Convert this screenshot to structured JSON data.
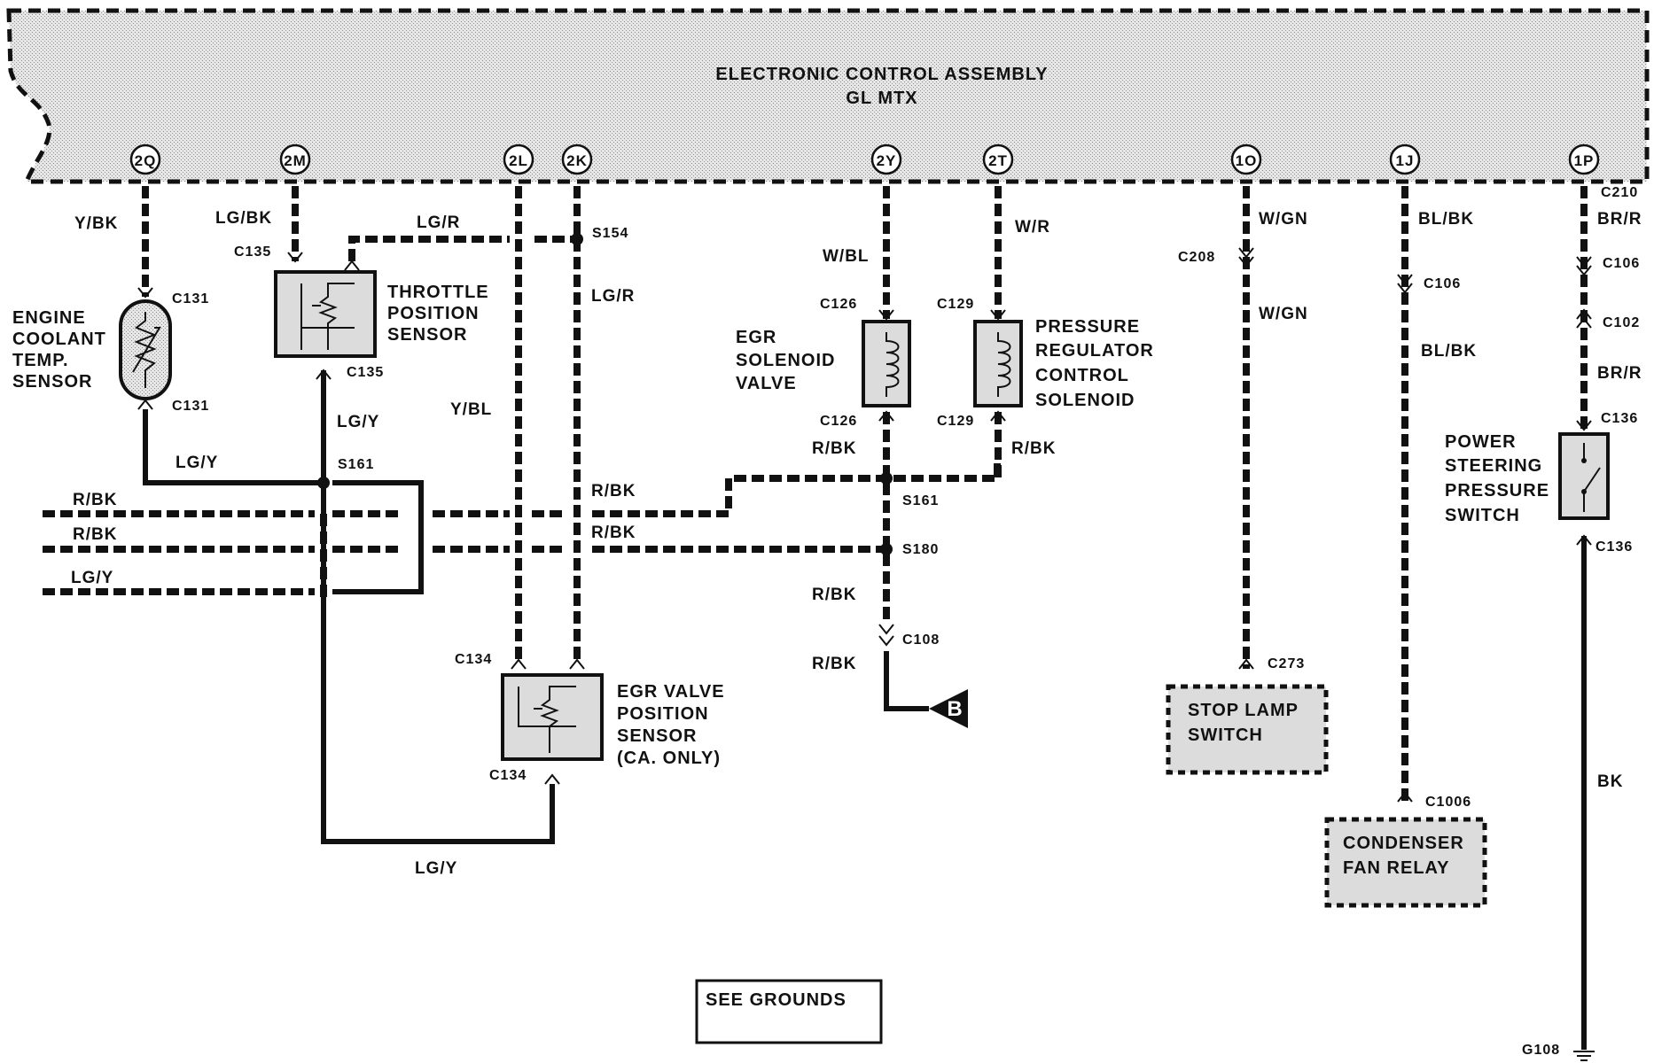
{
  "ecu": {
    "title": "ELECTRONIC CONTROL ASSEMBLY",
    "subtitle": "GL MTX"
  },
  "pins": [
    "2Q",
    "2M",
    "2L",
    "2K",
    "2Y",
    "2T",
    "1O",
    "1J",
    "1P"
  ],
  "wires": {
    "y_bk": "Y/BK",
    "lg_bk": "LG/BK",
    "lg_r_top": "LG/R",
    "lg_r_mid": "LG/R",
    "lg_y_tps": "LG/Y",
    "lg_y_ect": "LG/Y",
    "lg_y_left": "LG/Y",
    "lg_y_bottom": "LG/Y",
    "y_bl": "Y/BL",
    "r_bk_left1": "R/BK",
    "r_bk_left2": "R/BK",
    "r_bk_mid1": "R/BK",
    "r_bk_mid2": "R/BK",
    "w_bl": "W/BL",
    "w_r": "W/R",
    "r_bk_egr": "R/BK",
    "r_bk_prc": "R/BK",
    "r_bk_low1": "R/BK",
    "r_bk_low2": "R/BK",
    "w_gn1": "W/GN",
    "w_gn2": "W/GN",
    "bl_bk1": "BL/BK",
    "bl_bk2": "BL/BK",
    "br_r1": "BR/R",
    "br_r2": "BR/R",
    "bk": "BK"
  },
  "connectors": {
    "c135_top": "C135",
    "c135_bot": "C135",
    "c131_top": "C131",
    "c131_bot": "C131",
    "s154": "S154",
    "s161_left": "S161",
    "s161_right": "S161",
    "s180": "S180",
    "c134_top": "C134",
    "c134_bot": "C134",
    "c126_top": "C126",
    "c126_bot": "C126",
    "c129_top": "C129",
    "c129_bot": "C129",
    "c108_mid": "C108",
    "c208": "C208",
    "c273": "C273",
    "c106_1j": "C106",
    "c1006": "C1006",
    "c210": "C210",
    "c106_1p": "C106",
    "c102": "C102",
    "c136_top": "C136",
    "c136_bot": "C136",
    "g108": "G108"
  },
  "components": {
    "ect": [
      "ENGINE",
      "COOLANT",
      "TEMP.",
      "SENSOR"
    ],
    "tps": [
      "THROTTLE",
      "POSITION",
      "SENSOR"
    ],
    "egr_pos": [
      "EGR VALVE",
      "POSITION",
      "SENSOR",
      "(CA. ONLY)"
    ],
    "egr_sol": [
      "EGR",
      "SOLENOID",
      "VALVE"
    ],
    "prc": [
      "PRESSURE",
      "REGULATOR",
      "CONTROL",
      "SOLENOID"
    ],
    "ps": [
      "POWER",
      "STEERING",
      "PRESSURE",
      "SWITCH"
    ],
    "stop_lamp": [
      "STOP LAMP",
      "SWITCH"
    ],
    "condenser": [
      "CONDENSER",
      "FAN RELAY"
    ]
  },
  "ground_ref": {
    "letter": "B",
    "see_grounds": "SEE GROUNDS"
  }
}
